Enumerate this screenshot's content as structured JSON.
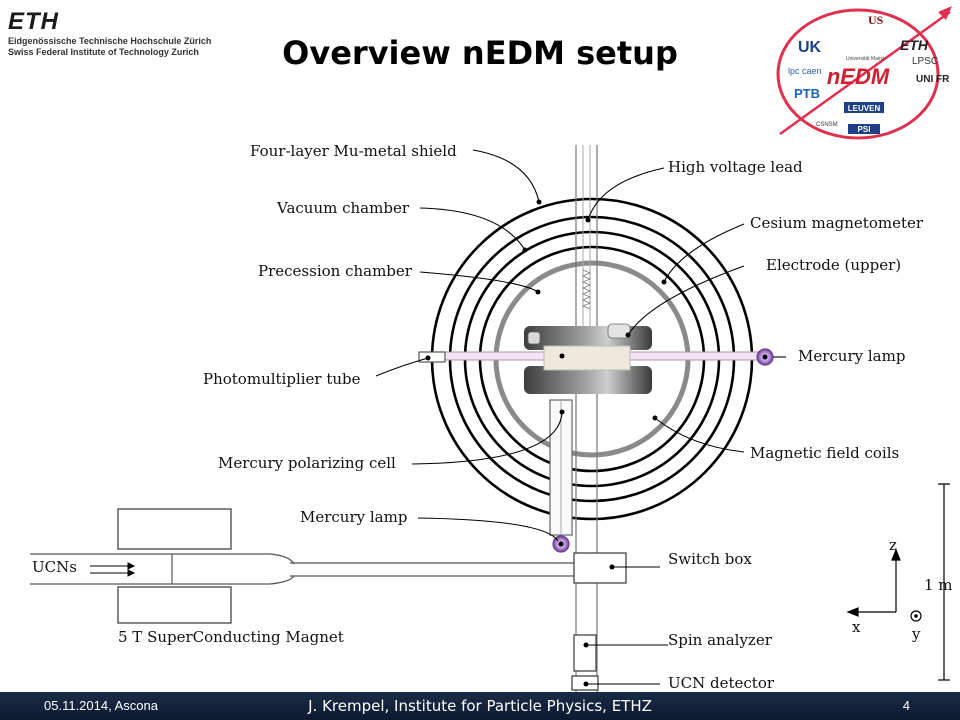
{
  "header": {
    "logo_text": "ETH",
    "logo_line1": "Eidgenössische Technische Hochschule Zürich",
    "logo_line2": "Swiss Federal Institute of Technology Zurich",
    "title": "Overview nEDM setup"
  },
  "collab_logo": {
    "center": "nEDM",
    "items": [
      "US",
      "UK",
      "ETH",
      "LPSC",
      "UNI FR",
      "PTB",
      "LEUVEN",
      "PSI",
      "CSNSM",
      "lpc caen",
      "Universität Mainz"
    ]
  },
  "labels": {
    "mu_metal": "Four-layer Mu-metal shield",
    "vacuum": "Vacuum chamber",
    "precession": "Precession chamber",
    "pmt": "Photomultiplier tube",
    "hg_cell": "Mercury polarizing cell",
    "hg_lamp_lower": "Mercury lamp",
    "ucns": "UCNs",
    "magnet": "5 T SuperConducting Magnet",
    "hv_lead": "High voltage lead",
    "cs_mag": "Cesium magnetometer",
    "electrode": "Electrode (upper)",
    "hg_lamp_right": "Mercury lamp",
    "coils": "Magnetic field coils",
    "switch": "Switch box",
    "spin": "Spin analyzer",
    "detector": "UCN detector"
  },
  "axes": {
    "z": "z",
    "x": "x",
    "y": "y",
    "scale": "1 m"
  },
  "footer": {
    "date": "05.11.2014, Ascona",
    "institute": "J. Krempel, Institute for Particle Physics, ETHZ",
    "page": "4"
  }
}
